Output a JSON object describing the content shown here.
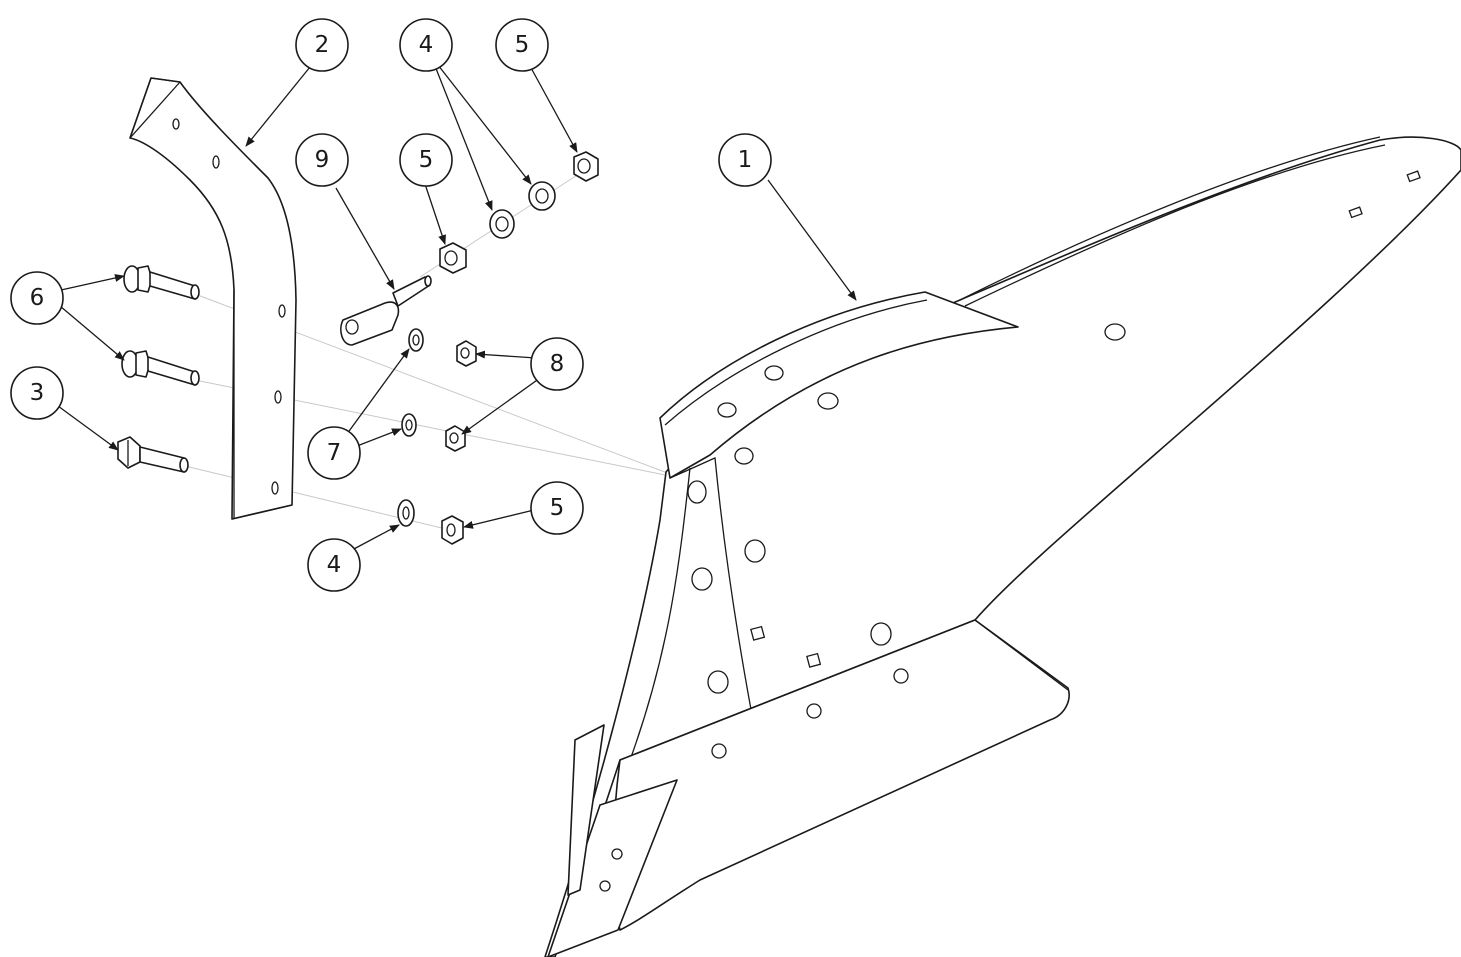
{
  "callouts": [
    {
      "id": "b1",
      "label": "1"
    },
    {
      "id": "b2",
      "label": "2"
    },
    {
      "id": "b3",
      "label": "3"
    },
    {
      "id": "b4a",
      "label": "4"
    },
    {
      "id": "b4b",
      "label": "4"
    },
    {
      "id": "b5a",
      "label": "5"
    },
    {
      "id": "b5b",
      "label": "5"
    },
    {
      "id": "b5c",
      "label": "5"
    },
    {
      "id": "b6",
      "label": "6"
    },
    {
      "id": "b7",
      "label": "7"
    },
    {
      "id": "b8",
      "label": "8"
    },
    {
      "id": "b9",
      "label": "9"
    }
  ],
  "colors": {
    "line": "#1a1a1a",
    "axis": "#c8c8c8",
    "background": "#ffffff"
  }
}
